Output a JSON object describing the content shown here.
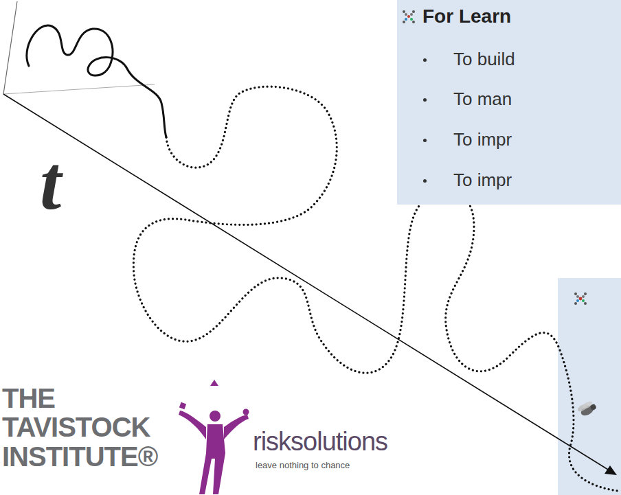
{
  "diagram": {
    "nodes": [
      {
        "text": [
          "For Learn",
          "To build",
          "To man",
          "To impr",
          "To impr"
        ]
      }
    ],
    "labels": [
      "t",
      "THE",
      "TAVISTOCK",
      "INSTITUTE®",
      "risksolutions",
      "leave nothing to chance"
    ]
  }
}
